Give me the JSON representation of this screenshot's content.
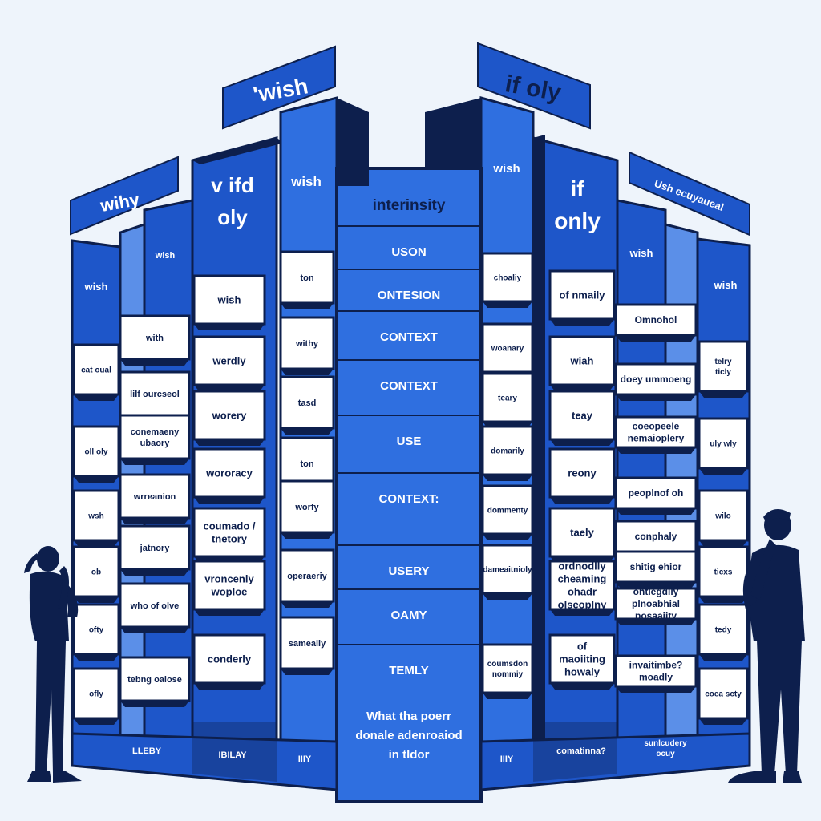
{
  "colors": {
    "background": "#eef4fb",
    "navy": "#0d1f4d",
    "blue": "#1e56c9",
    "bright_blue": "#2f6fe0",
    "light_blue": "#5b8fe8",
    "white": "#ffffff"
  },
  "banners": {
    "far_left": "wihy",
    "top_left": "'wish",
    "top_right": "if oly",
    "far_right": "Ush ecuyaueal"
  },
  "tower_heads": {
    "outer_left": "wish",
    "small_left": "wish",
    "left_tall": "v ifd oly",
    "left_inner": "wish",
    "right_inner": "wish",
    "right_tall": "if only",
    "small_right": "wish",
    "outer_right": "wish"
  },
  "center_column": {
    "title": "interinsity",
    "rows": [
      "USON",
      "ONTESION",
      "CONTEXT",
      "CONTEXT",
      "USE",
      "CONTEXT:",
      "USERY",
      "OAMY",
      "TEMLY"
    ],
    "footer": "What tha poerr donale adenroaiod in tldor"
  },
  "left_cards": {
    "outer": [
      "cat oual",
      "oll oly",
      "wsh",
      "ob",
      "ofty",
      "ofly"
    ],
    "second": [
      "with",
      "lilf ourcseol",
      "conemaeny ubaory",
      "wrreanion",
      "jatnory",
      "who of olve",
      "tebng oaiose"
    ],
    "third": [
      "wish",
      "werdly",
      "worery",
      "wororacy",
      "coumado / tnetory",
      "vroncenly woploe",
      "conderly"
    ],
    "fourth": [
      "ton",
      "withy",
      "tasd",
      "ton",
      "worfy",
      "operaeriy",
      "sameally"
    ]
  },
  "right_cards": {
    "fourth": [
      "choaliy",
      "woanary",
      "teary",
      "domarily",
      "dommenty",
      "dameaitnioly",
      "coumsdon nommiy"
    ],
    "third": [
      "of nmaily",
      "wiah",
      "teay",
      "reony",
      "taely",
      "ordnodlly cheaming ohadr olseoplny",
      "of maoiiting howaly"
    ],
    "second": [
      "Omnohol",
      "doey ummoeng",
      "coeopeele nemaioplery",
      "peoplnof oh",
      "conphaly",
      "shitig ehior",
      "ontlegdily plnoabhial posaaiity",
      "invaitimbe? moadly"
    ],
    "outer": [
      "telry ticly",
      "uly wly",
      "wilo",
      "ticxs",
      "tedy",
      "coea scty"
    ]
  },
  "base_labels": {
    "left_1": "LLEBY",
    "left_2": "IBILAY",
    "center": "IIIY",
    "right_1": "IIIY",
    "right_2": "comatinna?",
    "right_3": "sunlcudery ocuy"
  }
}
